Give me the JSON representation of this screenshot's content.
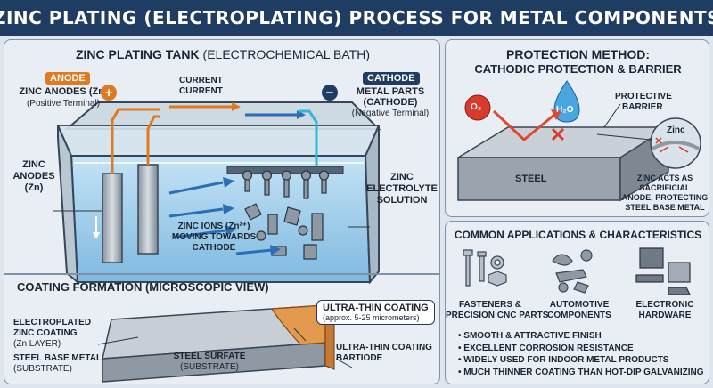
{
  "title": "ZINC PLATING (ELECTROPLATING) PROCESS FOR METAL COMPONENTS",
  "tank": {
    "title_main": "ZINC PLATING TANK",
    "title_sub": "(ELECTROCHEMICAL BATH)",
    "anode_badge": "ANODE",
    "anode_label": "ZINC ANODES (Zn)",
    "anode_sub": "(Positive Terminal)",
    "plus_sign": "+",
    "current_1": "CURRENT",
    "current_2": "CURRENT",
    "cathode_badge": "CATHODE",
    "cathode_label_1": "METAL PARTS",
    "cathode_label_2": "(CATHODE)",
    "cathode_sub": "(Negative Terminal)",
    "minus_sign": "−",
    "side_anodes_1": "ZINC",
    "side_anodes_2": "ANODES",
    "side_anodes_3": "(Zn)",
    "electrolyte_1": "ZINC",
    "electrolyte_2": "ELECTROLYTE",
    "electrolyte_3": "SOLUTION",
    "ions_1": "ZINC IONS (Zn²⁺)",
    "ions_2": "MOVING TOWARDS",
    "ions_3": "CATHODE"
  },
  "coating": {
    "title": "COATING FORMATION (MICROSCOPIC VIEW)",
    "ultra_title": "ULTRA-THIN COATING",
    "ultra_sub": "(approx. 5-25 micrometers)",
    "zinc_layer_1": "ELECTROPLATED",
    "zinc_layer_2": "ZINC COATING",
    "zinc_layer_3": "(Zn LAYER)",
    "base_1": "STEEL BASE METAL",
    "base_2": "(SUBSTRATE)",
    "surface_1": "STEEL SURFATE",
    "surface_2": "(SUBSTRATE)",
    "bart_1": "ULTRA-THIN COATING",
    "bart_2": "BARTIODE"
  },
  "protection": {
    "title_1": "PROTECTION METHOD:",
    "title_2": "CATHODIC PROTECTION & BARRIER",
    "o2": "O₂",
    "h2o": "H₂O",
    "barrier_1": "PROTECTIVE",
    "barrier_2": "BARRIER",
    "zinc": "Zinc",
    "steel": "STEEL",
    "sac_1": "ZINC ACTS AS",
    "sac_2": "SACRIFICIAL",
    "sac_3": "ANODE, PROTECTING",
    "sac_4": "STEEL BASE METAL"
  },
  "applications": {
    "title": "COMMON APPLICATIONS & CHARACTERISTICS",
    "cat1_1": "FASTENERS &",
    "cat1_2": "PRECISION CNC PARTS",
    "cat2_1": "AUTOMOTIVE",
    "cat2_2": "COMPONENTS",
    "cat3_1": "ELECTRONIC",
    "cat3_2": "HARDWARE",
    "bullets": [
      "SMOOTH & ATTRACTIVE FINISH",
      "EXCELLENT CORROSION RESISTANCE",
      "WIDELY USED FOR INDOOR METAL PRODUCTS",
      "MUCH THINNER COATING THAN HOT-DIP GALVANIZING"
    ]
  },
  "colors": {
    "header": "#1f3c63",
    "anode": "#e07a22",
    "cathode": "#1f3c63",
    "electrolyte": "#9fd0ee",
    "zinc_layer": "#e39a4e"
  }
}
